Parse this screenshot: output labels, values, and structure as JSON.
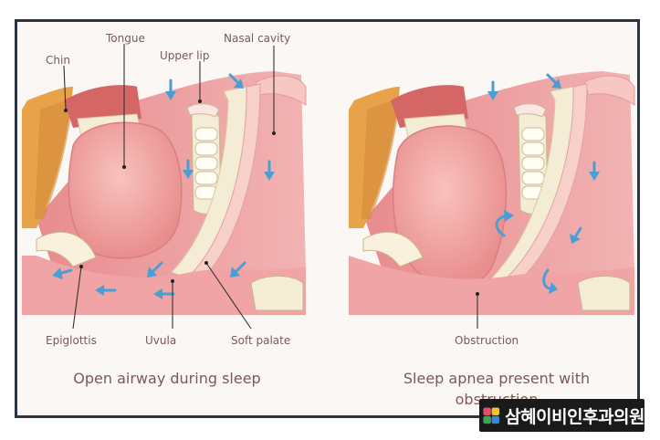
{
  "left_panel": {
    "labels": {
      "chin": "Chin",
      "tongue": "Tongue",
      "upper_lip": "Upper lip",
      "nasal_cavity": "Nasal cavity",
      "epiglottis": "Epiglottis",
      "uvula": "Uvula",
      "soft_palate": "Soft palate"
    },
    "caption": "Open airway during sleep"
  },
  "right_panel": {
    "labels": {
      "obstruction": "Obstruction"
    },
    "caption_line1": "Sleep apnea present with",
    "caption_line2": "obstruction"
  },
  "logo": {
    "text": "삼혜이비인후과의원"
  },
  "colors": {
    "frame": "#2c3440",
    "tissue": "#ef9ea0",
    "tongue": "#f3a9a6",
    "bone": "#f4ecd4",
    "skin": "#e8a24a",
    "arrow": "#4a9ed6",
    "label_text": "#7a5a58"
  }
}
